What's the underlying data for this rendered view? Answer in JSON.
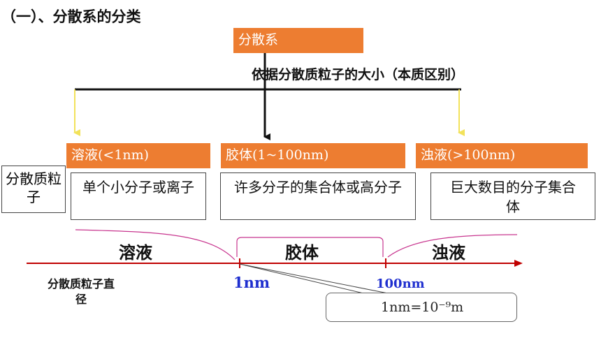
{
  "title": "（一）、分散系的分类",
  "root_label": "分散系",
  "criterion": "依据分散质粒子的大小（本质区别）",
  "side_label": "分散质粒子",
  "categories": [
    {
      "header": "溶液(<1nm)",
      "desc": "单个小分子或离子"
    },
    {
      "header": "胶体(1~100nm)",
      "desc": "许多分子的集合体或高分子"
    },
    {
      "header": "浊液(>100nm)",
      "desc": "巨大数目的分子集合体"
    }
  ],
  "axis": {
    "regions": [
      "溶液",
      "胶体",
      "浊液"
    ],
    "tick_1": "1nm",
    "tick_2": "100nm",
    "label": "分散质粒子直径",
    "callout": "1nm=10⁻⁹m"
  },
  "colors": {
    "header_fill": "#ed7d31",
    "tick_text": "#1f2fcf",
    "axis": "#c00000",
    "brace": "#c8368f",
    "arrow_yellow": "#f2e25a"
  }
}
